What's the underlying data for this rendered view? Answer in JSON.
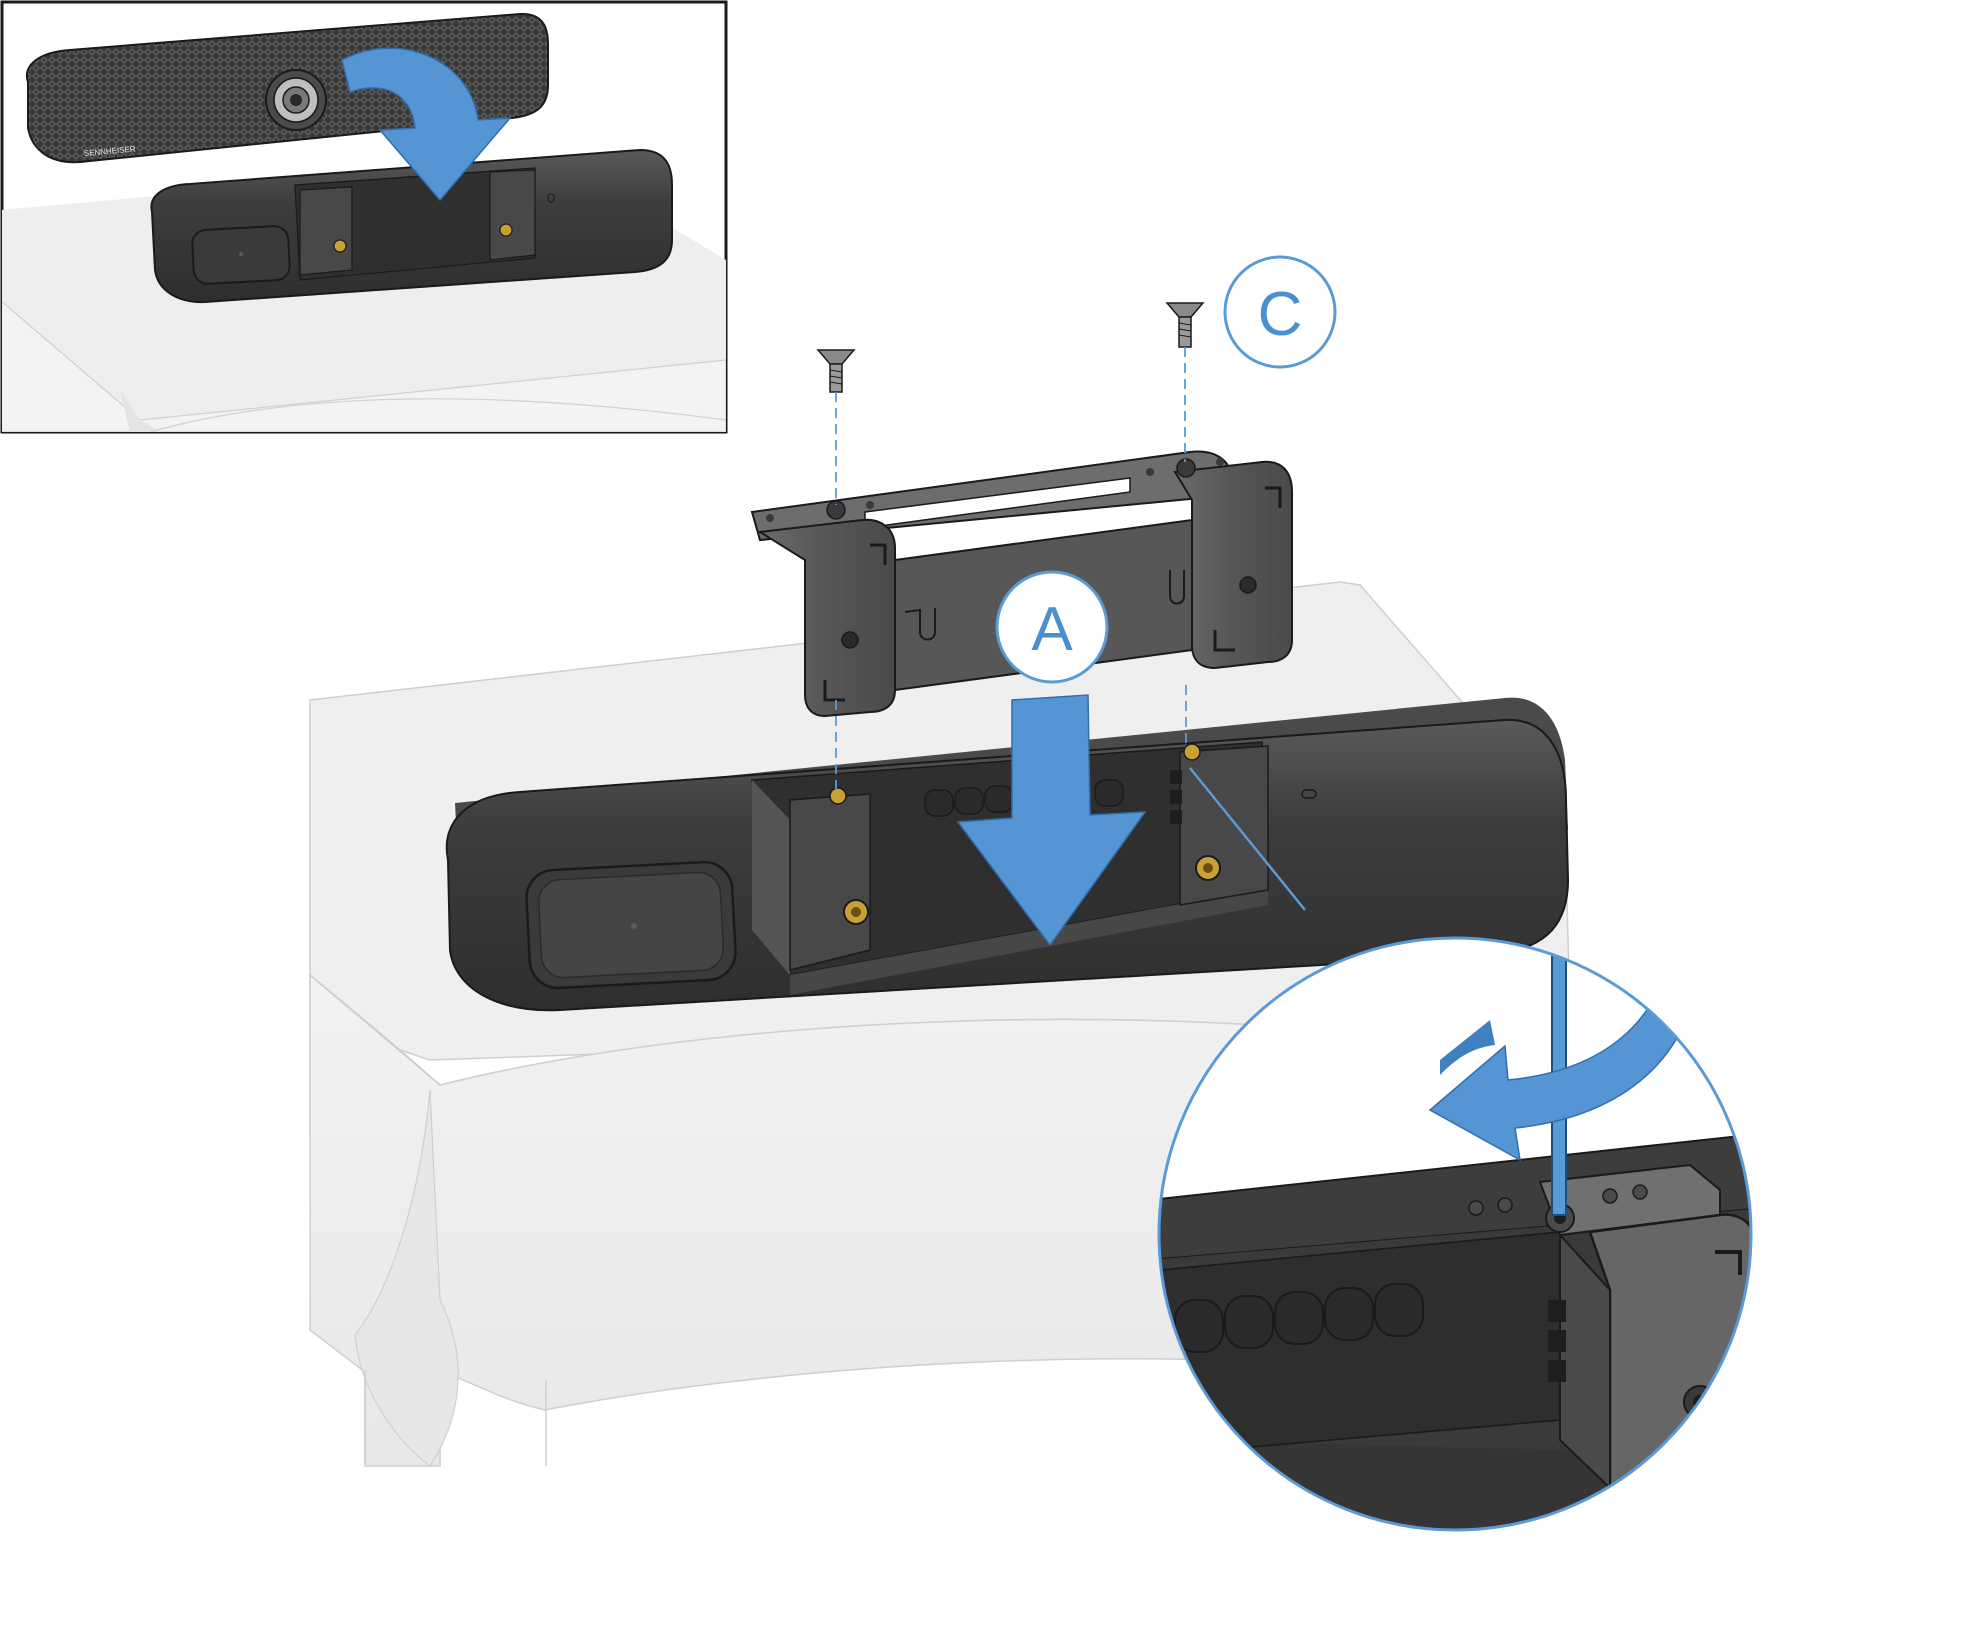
{
  "colors": {
    "accent": "#5b9bd5",
    "arrow_fill": "#5595d3",
    "arrow_stroke": "#2f6fae",
    "device_dark": "#3e3e3e",
    "device_mid": "#4d4d4d",
    "device_light": "#6a6a6a",
    "bracket": "#5a5a5a",
    "table_top": "#efefef",
    "table_cloth": "#f4f4f4",
    "outline": "#1a1a1a",
    "screw_gold": "#c9a035"
  },
  "callouts": {
    "a": "A",
    "c": "C"
  },
  "inset": {
    "brand": "SENNHEISER"
  },
  "icons": {
    "rotate": "rotate-clockwise-arrow-icon",
    "down": "arrow-down-icon",
    "curve": "curved-arrow-down-icon"
  }
}
